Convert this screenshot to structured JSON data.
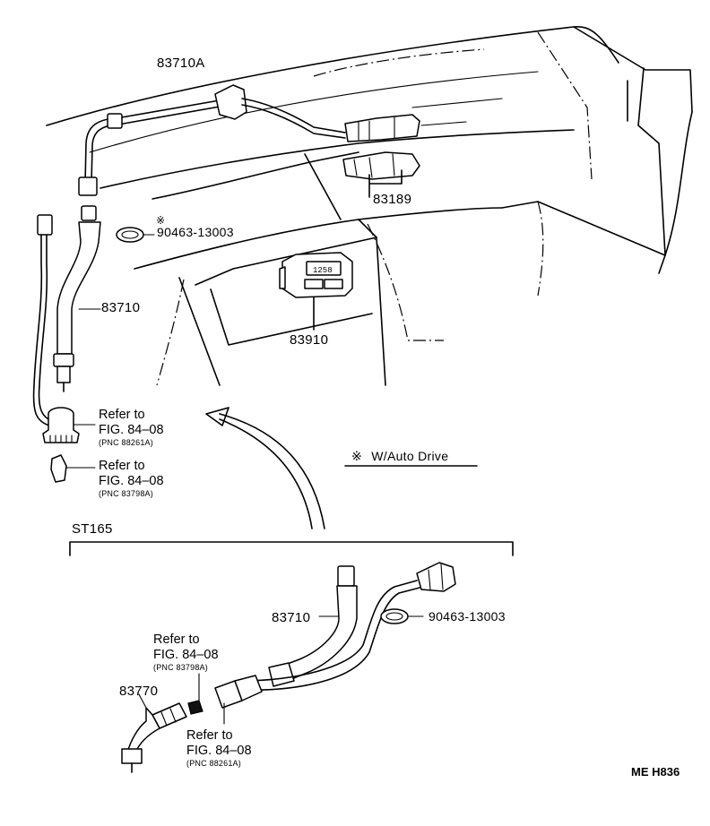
{
  "callouts": {
    "p83710A": "83710A",
    "p83189": "83189",
    "p90463_top": "90463-13003",
    "p83710_top": "83710",
    "p83910": "83910",
    "p83710_bottom": "83710",
    "p90463_bottom": "90463-13003",
    "p83770": "83770"
  },
  "marks": {
    "note_symbol": "※",
    "note_text": "W/Auto Drive",
    "variant_label": "ST165",
    "drawing_code": "ME H836"
  },
  "references": {
    "ref1": {
      "line1": "Refer to",
      "line2": "FIG. 84–08",
      "pnc": "(PNC 88261A)"
    },
    "ref2": {
      "line1": "Refer to",
      "line2": "FIG. 84–08",
      "pnc": "(PNC 83798A)"
    },
    "ref3": {
      "line1": "Refer to",
      "line2": "FIG. 84–08",
      "pnc": "(PNC 83798A)"
    },
    "ref4": {
      "line1": "Refer to",
      "line2": "FIG. 84–08",
      "pnc": "(PNC 88261A)"
    }
  }
}
